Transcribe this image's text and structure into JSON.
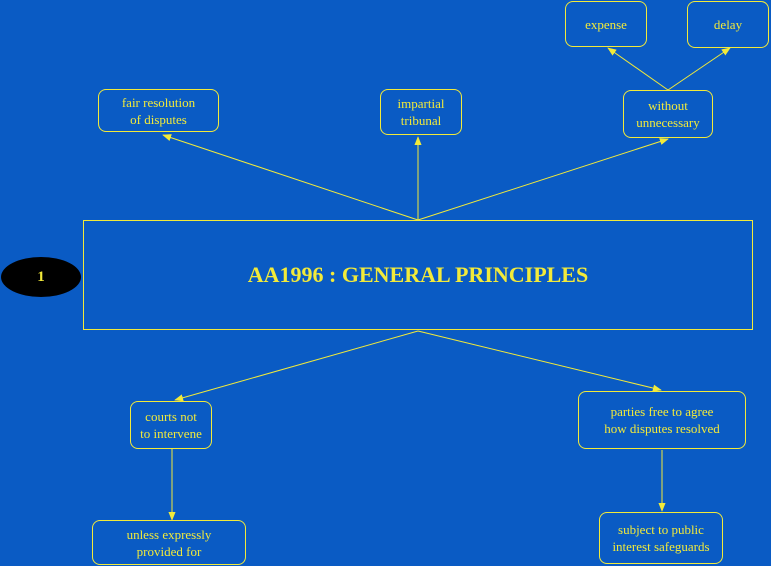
{
  "diagram": {
    "badge": "1",
    "central": "AA1996 : GENERAL PRINCIPLES",
    "nodes": {
      "expense": "expense",
      "delay": "delay",
      "fair_resolution": "fair resolution\nof disputes",
      "impartial_tribunal": "impartial\ntribunal",
      "without_unnecessary": "without\nunnecessary",
      "courts_not_intervene": "courts not\nto intervene",
      "parties_free": "parties free to agree\nhow disputes resolved",
      "unless_expressly": "unless expressly\nprovided for",
      "subject_public": "subject to public\ninterest safeguards"
    },
    "colors": {
      "background": "#0a5bc4",
      "accent": "#f2ea3a",
      "badge_bg": "#000000"
    }
  }
}
